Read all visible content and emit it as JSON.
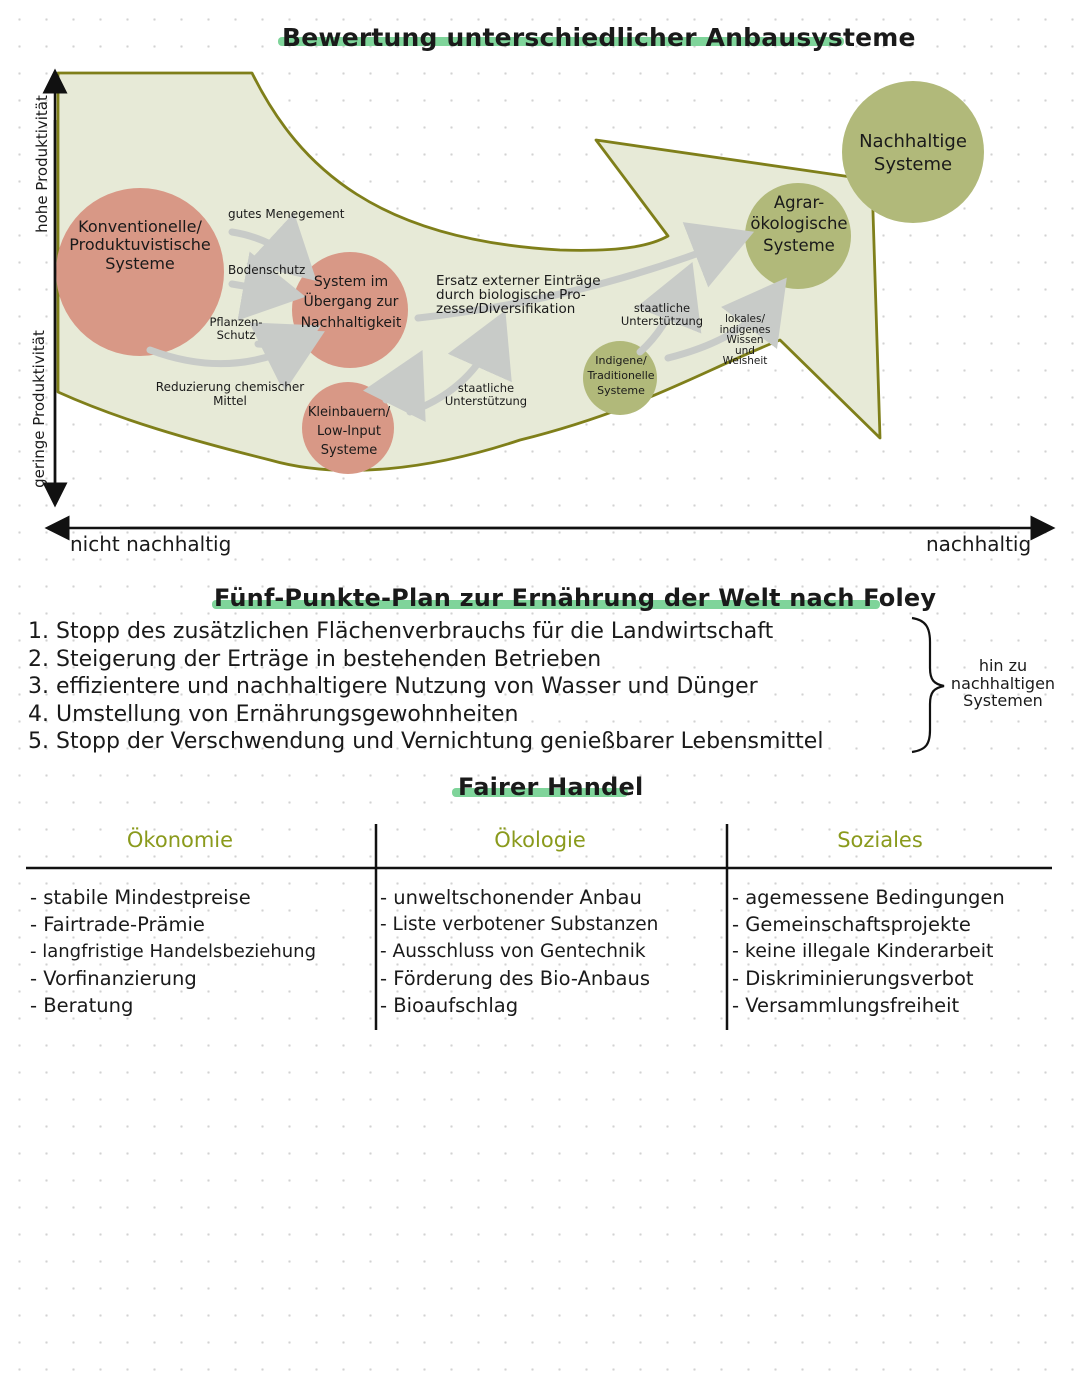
{
  "diagram1": {
    "title": "Bewertung unterschiedlicher Anbausysteme",
    "y_axis_top": "hohe Produktivität",
    "y_axis_bottom": "geringe Produktivität",
    "x_axis_left": "nicht nachhaltig",
    "x_axis_right": "nachhaltig",
    "nodes": {
      "conventional": "Konventionelle/\nProduktuvistische\nSysteme",
      "transition": "System im\nÜbergang zur\nNachhaltigkeit",
      "smallholders": "Kleinbauern/\nLow-Input\nSysteme",
      "indigenous": "Indigene/\nTraditionelle\nSysteme",
      "agroecological": "Agrar-\nökologische\nSysteme",
      "sustainable": "Nachhaltige\nSysteme"
    },
    "arrow_labels": {
      "management": "gutes Menegement",
      "soil": "Bodenschutz",
      "plant": "Pflanzen-\nSchutz",
      "chemicals": "Reduzierung chemischer\nMittel",
      "replacement": "Ersatz externer Einträge\ndurch biologische Pro-\nzesse/Diversifikation",
      "state_support_1": "staatliche\nUnterstützung",
      "state_support_2": "staatliche\nUnterstützung",
      "local_knowledge": "lokales/\nindigenes\nWissen\nund\nWeisheit"
    },
    "colors": {
      "band_fill": "#e7ead7",
      "band_stroke": "#7f7f1a",
      "red_circle": "#d89886",
      "green_circle": "#b1b97a",
      "arrow": "#c8cbc8",
      "highlight": "#7fd49a"
    }
  },
  "plan": {
    "title": "Fünf-Punkte-Plan zur Ernährung der Welt nach Foley",
    "items": [
      "1. Stopp des zusätzlichen Flächenverbrauchs für die Landwirtschaft",
      "2. Steigerung der Erträge in bestehenden Betrieben",
      "3. effizientere und nachhaltigere Nutzung von Wasser und Dünger",
      "4. Umstellung von Ernährungsgewohnheiten",
      "5. Stopp der Verschwendung und Vernichtung genießbarer Lebensmittel"
    ],
    "bracket_note": "hin zu\nnachhaltigen\nSystemen"
  },
  "fair_trade": {
    "title": "Fairer Handel",
    "columns": [
      {
        "header": "Ökonomie",
        "items": [
          "- stabile Mindestpreise",
          "- Fairtrade-Prämie",
          "- langfristige Handelsbeziehung",
          "- Vorfinanzierung",
          "- Beratung"
        ]
      },
      {
        "header": "Ökologie",
        "items": [
          "- unweltschonender Anbau",
          "- Liste verbotener Substanzen",
          "- Ausschluss von Gentechnik",
          "- Förderung des Bio-Anbaus",
          "- Bioaufschlag"
        ]
      },
      {
        "header": "Soziales",
        "items": [
          "- agemessene Bedingungen",
          "- Gemeinschaftsprojekte",
          "- keine illegale Kinderarbeit",
          "- Diskriminierungsverbot",
          "- Versammlungsfreiheit"
        ]
      }
    ]
  }
}
